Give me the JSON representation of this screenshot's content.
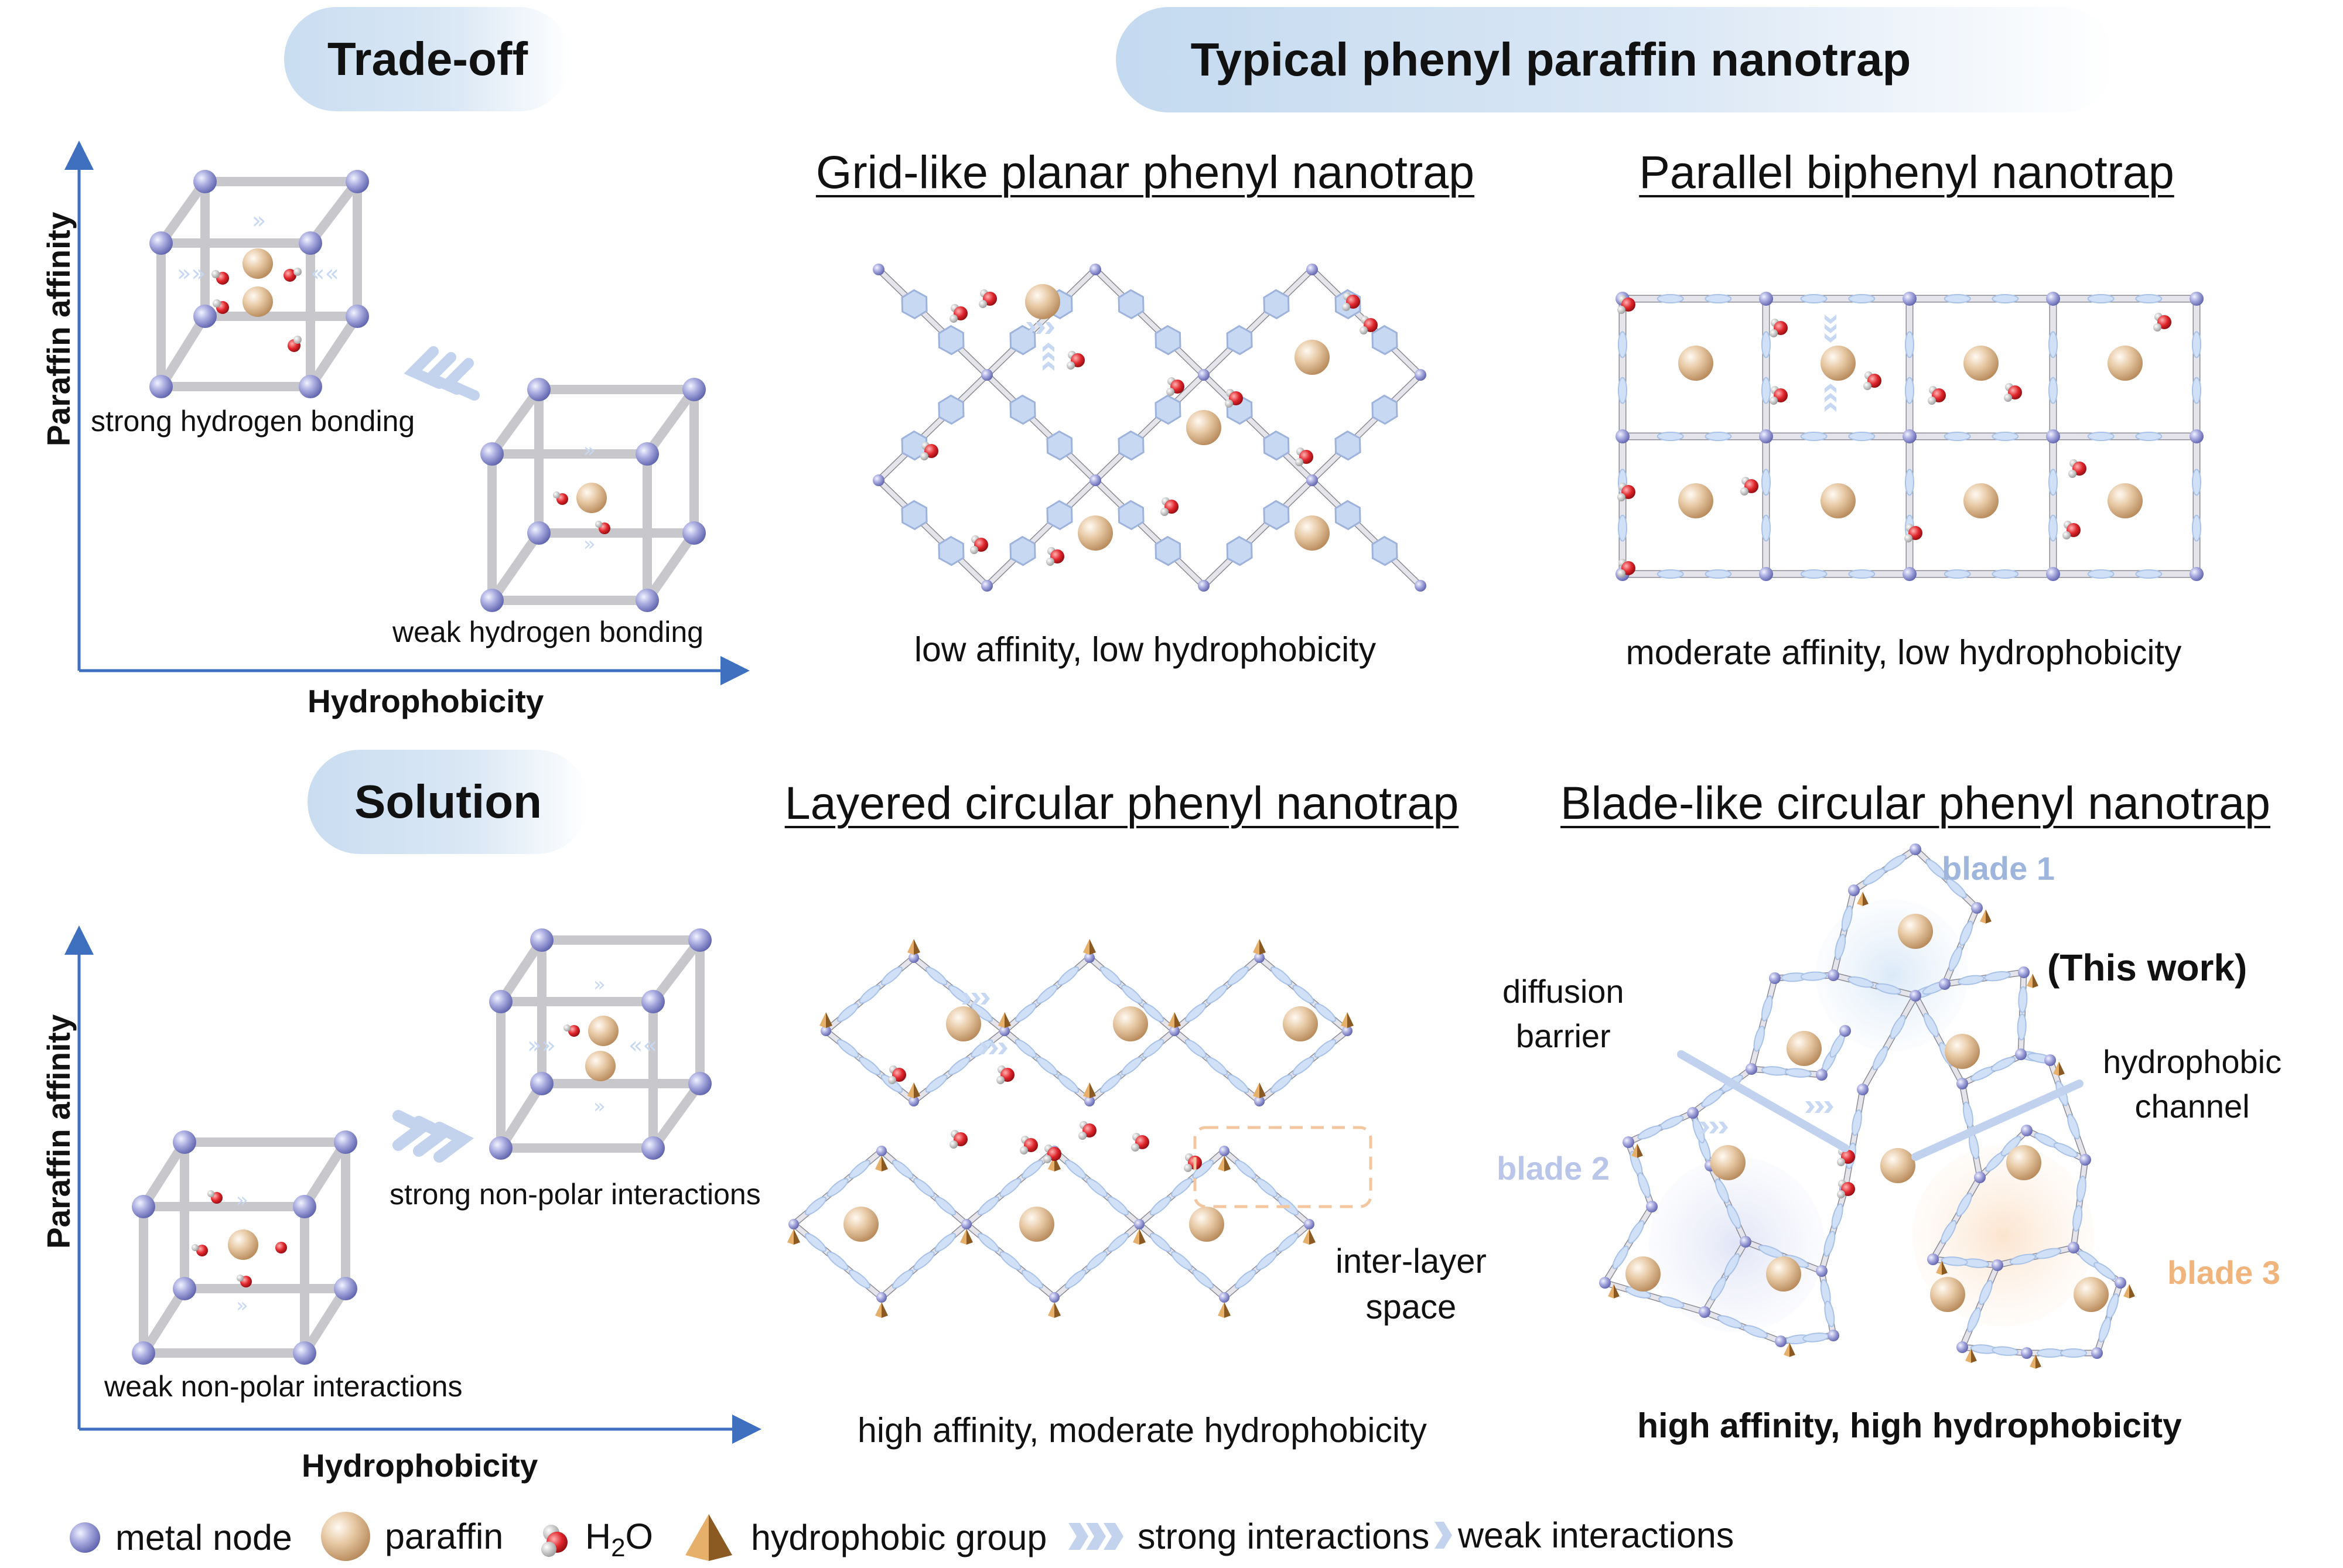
{
  "left_panels": {
    "top": {
      "pill": "Trade-off",
      "y_axis": "Paraffin affinity",
      "x_axis": "Hydrophobicity",
      "label_a": "strong hydrogen bonding",
      "label_b": "weak hydrogen bonding"
    },
    "bottom": {
      "pill": "Solution",
      "y_axis": "Paraffin affinity",
      "x_axis": "Hydrophobicity",
      "label_a": "weak non-polar interactions",
      "label_b": "strong non-polar interactions"
    }
  },
  "header": {
    "title": "Typical phenyl paraffin nanotrap"
  },
  "panels": {
    "grid": {
      "title": "Grid-like planar phenyl nanotrap",
      "caption": "low affinity, low hydrophobicity"
    },
    "parallel": {
      "title": "Parallel biphenyl nanotrap",
      "caption": "moderate affinity, low hydrophobicity"
    },
    "layered": {
      "title": "Layered circular phenyl nanotrap",
      "caption": "high affinity, moderate hydrophobicity",
      "annotation": [
        "inter-layer",
        "space"
      ]
    },
    "blade": {
      "title": "Blade-like circular phenyl nanotrap",
      "caption": "high affinity, high hydrophobicity",
      "this_work": "(This work)",
      "diffusion": [
        "diffusion",
        "barrier"
      ],
      "channel": [
        "hydrophobic",
        "channel"
      ],
      "blade1": "blade 1",
      "blade2": "blade 2",
      "blade3": "blade 3"
    }
  },
  "legend": {
    "metal_node": "metal node",
    "paraffin": "paraffin",
    "h2o_main": "H",
    "h2o_sub": "2",
    "h2o_end": "O",
    "hydrophobic": "hydrophobic group",
    "strong": "strong interactions",
    "weak": "weak interactions"
  },
  "colors": {
    "pill": "#c9ddf1",
    "axis": "#3f6fbf",
    "node": "#8d91d2",
    "paraffin": "#e2c29c",
    "oxygen": "#e0262c",
    "hexagon": "#c7d8f3",
    "blade1": "#9fb6dc",
    "blade2": "#b9c6ea",
    "blade3": "#f0b57c",
    "hydrophobic_group": "#c98a3c"
  }
}
